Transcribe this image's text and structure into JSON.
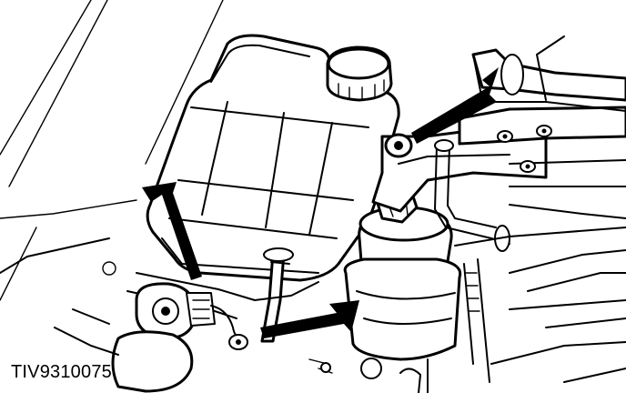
{
  "figure": {
    "reference_code": "TIV9310075"
  },
  "colors": {
    "line": "#000000",
    "background": "#ffffff"
  },
  "callout_arrows": [
    {
      "label": "",
      "icon": "arrow-pointer"
    },
    {
      "label": "",
      "icon": "arrow-pointer"
    },
    {
      "label": "",
      "icon": "arrow-pointer"
    }
  ]
}
